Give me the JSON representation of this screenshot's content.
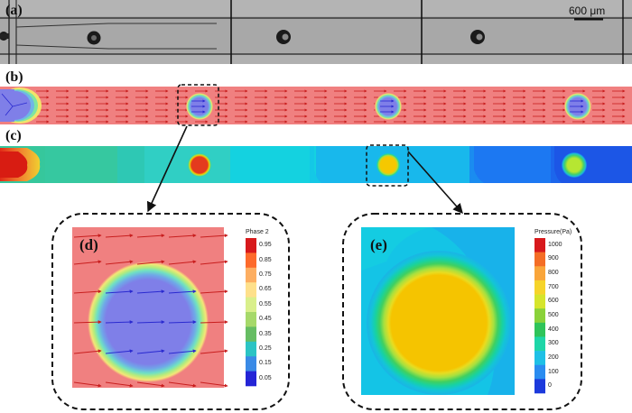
{
  "panels": {
    "a": {
      "label": "(a)",
      "scale_bar": "600 μm"
    },
    "b": {
      "label": "(b)"
    },
    "c": {
      "label": "(c)"
    },
    "d": {
      "label": "(d)",
      "legend_title": "Phase 2",
      "ticks": [
        "0.95",
        "0.85",
        "0.75",
        "0.65",
        "0.55",
        "0.45",
        "0.35",
        "0.25",
        "0.15",
        "0.05"
      ]
    },
    "e": {
      "label": "(e)",
      "legend_title": "Pressure(Pa)",
      "ticks": [
        "1000",
        "900",
        "800",
        "700",
        "600",
        "500",
        "400",
        "300",
        "200",
        "100",
        "0"
      ]
    }
  },
  "colors": {
    "continuous_phase": "#f08080",
    "droplet_phase": "#7f7fe8",
    "micrograph_bg": "#a9a9a9",
    "arrow_red": "#c81e1e",
    "arrow_blue": "#2a2ad0",
    "pressure_low": "#1a5aff",
    "pressure_mid": "#00d2e6",
    "pressure_high": "#f5c800"
  },
  "legend_d_colors": [
    "#d7191c",
    "#fd6a2b",
    "#fdae61",
    "#fee08b",
    "#d9ef8b",
    "#a6d96a",
    "#66bd63",
    "#2bc4c4",
    "#3a8ae6",
    "#2424d6"
  ],
  "legend_e_colors": [
    "#d7191c",
    "#f46d25",
    "#f9a53a",
    "#f6d42a",
    "#d6e52c",
    "#8ad23a",
    "#2fc45a",
    "#1ed6a8",
    "#1ec0e6",
    "#2a8cf0",
    "#1c3adc"
  ]
}
